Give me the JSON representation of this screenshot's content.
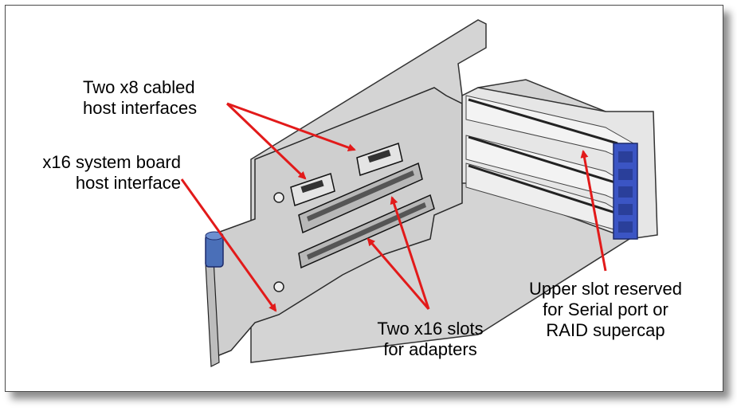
{
  "labels": {
    "cabled_interfaces": [
      "Two x8 cabled",
      "host interfaces"
    ],
    "system_board": [
      "x16 system board",
      "host interface"
    ],
    "x16_slots": [
      "Two x16 slots",
      "for adapters"
    ],
    "upper_slot": [
      "Upper slot reserved",
      "for Serial port or",
      "RAID supercap"
    ]
  },
  "colors": {
    "arrow": "#e21a1a",
    "metal": "#c9c9c9",
    "connector_blue": "#3b55c4",
    "thumbscrew_blue": "#4a6fb8"
  }
}
